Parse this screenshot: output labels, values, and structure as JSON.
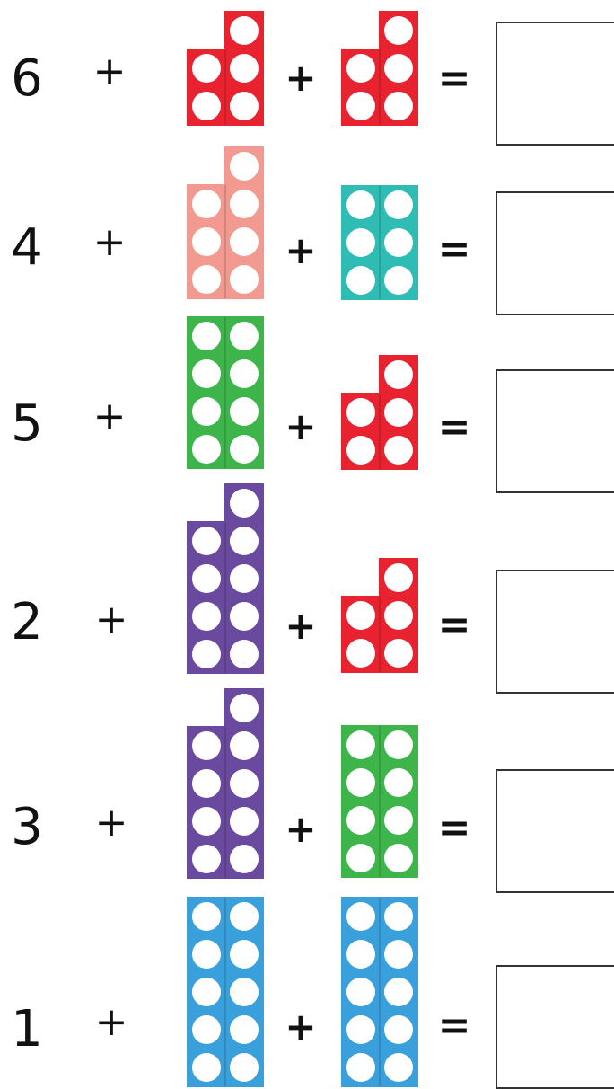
{
  "symbols": {
    "plus": "+",
    "equals": "="
  },
  "colors": {
    "red": "#e8232f",
    "pink": "#f29a90",
    "teal": "#2fbcb4",
    "green": "#3eb54a",
    "purple": "#6a4a9e",
    "blue": "#3aa0dc"
  },
  "rows": [
    {
      "number": "6",
      "shape_a": {
        "value": 5,
        "color": "red"
      },
      "shape_b": {
        "value": 5,
        "color": "red"
      }
    },
    {
      "number": "4",
      "shape_a": {
        "value": 7,
        "color": "pink"
      },
      "shape_b": {
        "value": 6,
        "color": "teal"
      }
    },
    {
      "number": "5",
      "shape_a": {
        "value": 8,
        "color": "green"
      },
      "shape_b": {
        "value": 5,
        "color": "red"
      }
    },
    {
      "number": "2",
      "shape_a": {
        "value": 9,
        "color": "purple"
      },
      "shape_b": {
        "value": 5,
        "color": "red"
      }
    },
    {
      "number": "3",
      "shape_a": {
        "value": 9,
        "color": "purple"
      },
      "shape_b": {
        "value": 8,
        "color": "green"
      }
    },
    {
      "number": "1",
      "shape_a": {
        "value": 10,
        "color": "blue"
      },
      "shape_b": {
        "value": 10,
        "color": "blue"
      }
    }
  ]
}
